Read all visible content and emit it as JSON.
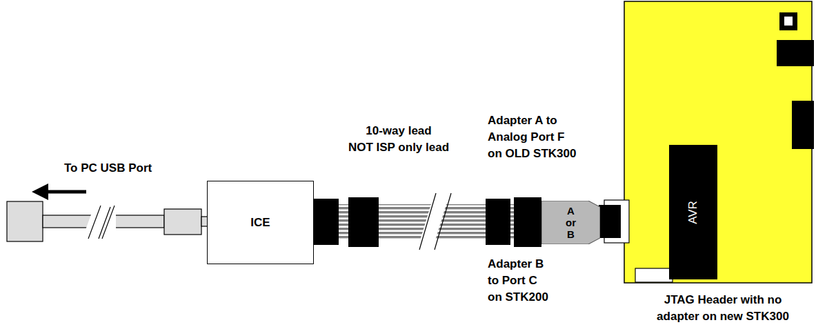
{
  "diagram": {
    "nodes": [
      {
        "text": [
          "ICE"
        ]
      },
      {
        "text": [
          "A or B"
        ]
      },
      {
        "text": [
          "AVR"
        ]
      }
    ],
    "edges": [
      {
        "from": 0,
        "to": 1,
        "arrow": "none"
      }
    ],
    "labels": [
      "To PC USB Port",
      "10-way lead NOT ISP only lead",
      "Adapter A to Analog Port F on OLD STK300",
      "Adapter B to Port C on STK200",
      "JTAG Header with no adapter on new STK300"
    ]
  }
}
